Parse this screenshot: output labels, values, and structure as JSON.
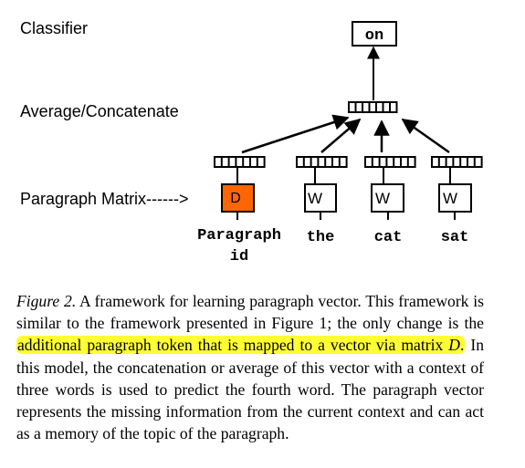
{
  "diagram": {
    "labels": {
      "classifier": "Classifier",
      "average": "Average/Concatenate",
      "matrix": "Paragraph Matrix------>"
    },
    "output_word": "on",
    "paragraph_box_letter": "D",
    "word_box_letter": "W",
    "inputs": [
      {
        "line1": "Paragraph",
        "line2": "id"
      },
      {
        "line1": "the"
      },
      {
        "line1": "cat"
      },
      {
        "line1": "sat"
      }
    ],
    "colors": {
      "paragraph_box": "#ff6600",
      "highlight": "#ffff33"
    }
  },
  "caption": {
    "label": "Figure 2.",
    "text_before": " A framework for learning paragraph vector. This framework is similar to the framework presented in Figure 1; the only change is the ",
    "highlight_text": "additional paragraph token that is mapped to a vector via matrix ",
    "highlight_var": "D",
    "highlight_end": ".",
    "text_after": " In this model, the concatenation or average of this vector with a context of three words is used to predict the fourth word. The paragraph vector represents the missing information from the current context and can act as a memory of the topic of the paragraph."
  }
}
